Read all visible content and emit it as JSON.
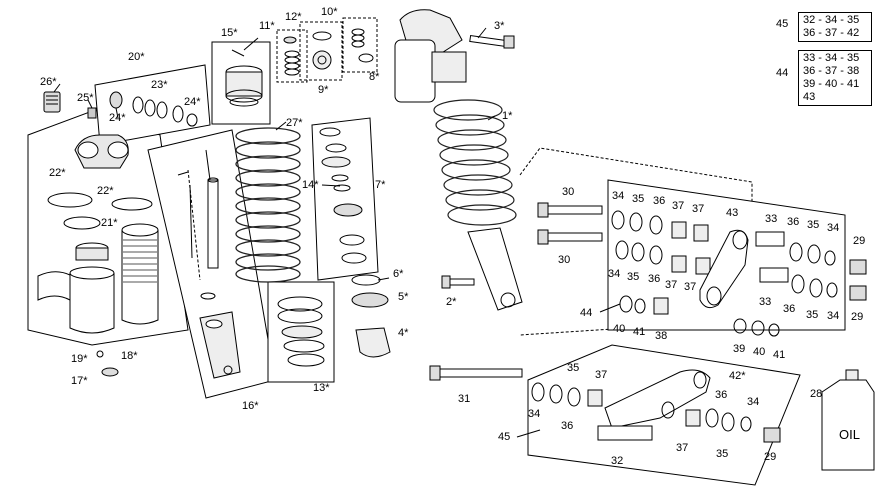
{
  "labels": {
    "l1": "1*",
    "l2": "2*",
    "l3": "3*",
    "l4": "4*",
    "l5": "5*",
    "l6": "6*",
    "l7": "7*",
    "l8": "8*",
    "l9": "9*",
    "l10": "10*",
    "l11": "11*",
    "l12": "12*",
    "l13": "13*",
    "l14": "14*",
    "l15": "15*",
    "l16": "16*",
    "l17": "17*",
    "l18": "18*",
    "l19": "19*",
    "l20": "20*",
    "l21": "21*",
    "l22a": "22*",
    "l22b": "22*",
    "l23": "23*",
    "l24a": "24*",
    "l24b": "24*",
    "l25": "25*",
    "l26": "26*",
    "l27": "27*",
    "l28": "28",
    "l29a": "29",
    "l29b": "29",
    "l29c": "29",
    "l30a": "30",
    "l30b": "30",
    "l31": "31",
    "l32": "32",
    "l33a": "33",
    "l33b": "33",
    "l34a": "34",
    "l34b": "34",
    "l34c": "34",
    "l34d": "34",
    "l34e": "34",
    "l34f": "34",
    "l35a": "35",
    "l35b": "35",
    "l35c": "35",
    "l35d": "35",
    "l35e": "35",
    "l35f": "35",
    "l36a": "36",
    "l36b": "36",
    "l36c": "36",
    "l36d": "36",
    "l36e": "36",
    "l36f": "36",
    "l37a": "37",
    "l37b": "37",
    "l37c": "37",
    "l37d": "37",
    "l37e": "37",
    "l37f": "37",
    "l38": "38",
    "l39": "39",
    "l40a": "40",
    "l40b": "40",
    "l41a": "41",
    "l41b": "41",
    "l42": "42*",
    "l43": "43",
    "l44": "44",
    "l45": "45",
    "oil": "OIL"
  },
  "kits": {
    "k45": {
      "title": "45",
      "lines": [
        "32 - 34 - 35",
        "36 - 37 - 42"
      ]
    },
    "k44": {
      "title": "44",
      "lines": [
        "33 - 34 - 35",
        "36 - 37 - 38",
        "39 - 40 - 41",
        "43"
      ]
    }
  }
}
